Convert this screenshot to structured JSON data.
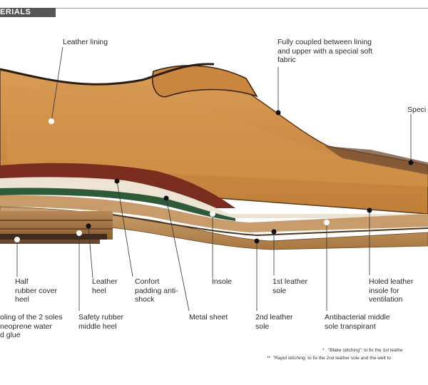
{
  "header": {
    "title": "ERIALS"
  },
  "labels": {
    "leather_lining": "Leather lining",
    "fully_coupled": "Fully coupled between lining\nand upper with a special soft\nfabric",
    "speci": "Speci",
    "half_rubber": "Half\nrubber cover\nheel",
    "leather_heel": "Leather\nheel",
    "confort": "Confort\npadding anti-\nshock",
    "insole": "Insole",
    "first_leather": "1st leather\nsole",
    "holed_leather": "Holed leather\ninsole for\nventilation",
    "coupling": "oling of the 2 soles\nneoprene water\nd glue",
    "safety_rubber": "Safety rubber\nmiddle heel",
    "metal_sheet": "Metal sheet",
    "second_leather": "2nd leather\nsole",
    "antibacterial": "Antibacterial middle\nsole transpirant"
  },
  "footnotes": {
    "blake": "*   \"Blake stitching\": to fix the 1st leathe",
    "rapid": "**  \"Rapid stitching: to fix the 2nd leather sole and the welt to"
  },
  "colors": {
    "leather": "#c9893f",
    "leather_light": "#dba35c",
    "sole": "#b57a3e",
    "header_tab": "#555555"
  }
}
